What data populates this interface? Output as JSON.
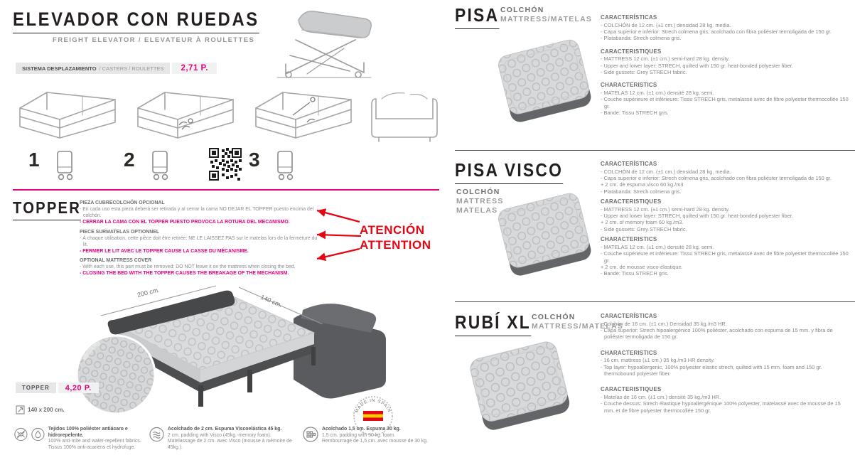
{
  "accent": {
    "pink": "#e6007e",
    "red": "#e30613"
  },
  "left": {
    "title": "ELEVADOR CON RUEDAS",
    "subtitle": "FREIGHT ELEVATOR / ELEVATEUR À ROULETTES",
    "system_bar": {
      "label_es": "SISTEMA DESPLAZAMIENTO",
      "label_intl": "/ CASTERS / ROULETTES",
      "price": "2,71 P."
    },
    "step_numbers": [
      "1",
      "2",
      "3"
    ],
    "topper": {
      "title": "TOPPER",
      "blocks": [
        {
          "heading": "PIEZA CUBRECOLCHÓN OPCIONAL",
          "body": "- En cada uso esta pieza deberá ser retirada y al cerrar la cama NO DEJAR EL TOPPER puesto encima del colchón.",
          "warning": "- CERRAR LA CAMA CON EL TOPPER PUESTO PROVOCA LA ROTURA DEL MECANISMO."
        },
        {
          "heading": "PIECE SURMATELAS OPTIONNEL",
          "body": "- À chaque utilisation, cette pièce doit être retirée: NE LE LAISSEZ PAS sur le matelas lors de la fermeture du lit.",
          "warning": "- FERMER LE LIT AVEC LE TOPPER CAUSE LA CASSE DU MÉCANISME."
        },
        {
          "heading": "OPTIONAL MATTRESS COVER",
          "body": "- With each use, this part must be removed: DO NOT leave it on the mattress when closing the bed.",
          "warning": "- CLOSING THE BED WITH THE TOPPER CAUSES THE BREAKAGE OF THE MECHANISM."
        }
      ],
      "attention_lines": [
        "ATENCIÓN",
        "ATTENTION"
      ],
      "price_label": "TOPPER",
      "price": "4,20 P.",
      "size": "140 x 200 cm.",
      "dim_length": "200 cm.",
      "dim_width": "140 cm.",
      "stamp_text": "MADE IN SPAIN"
    },
    "footer": [
      {
        "lines": [
          "Tejidos 100% poliéster antiácaro e hidrorepelente.",
          "100% anti-mite and water-repellent fabrics.",
          "Tissus 100% anti-acariens et hydrofuge."
        ]
      },
      {
        "lines": [
          "Acolchado de 2 cm. Espuma Viscoelástica 45 kg.",
          "2 cm. padding with Visco (45kg.-memory foam).",
          "Matelassage de 2 cm. avec Visco (mousse à mémoire de 45kg.)."
        ]
      },
      {
        "lines": [
          "Acolchado 1,5 cm. Espuma 30 kg.",
          "1,5 cm. padding with 30 kg. foam.",
          "Rembourrage de 1,5 cm. avec mousse de 30 kg."
        ]
      }
    ]
  },
  "sections": [
    {
      "title": "PISA",
      "subtitle_lines": [
        "COLCHÓN",
        "MATTRESS/MATELAS"
      ],
      "blocks": [
        {
          "heading": "CARACTERÍSTICAS",
          "lines": [
            "- COLCHÓN de 12 cm. (±1 cm.) densidad 28 kg. media.",
            "- Capa superior e inferior: Strech colmena gris, acolchado con fibra poliéster termoligada de 150 gr.",
            "- Platabanda: Strech colmena gris."
          ]
        },
        {
          "heading": "CARACTERISTIQUES",
          "lines": [
            "- MATTRESS 12 cm. (±1 cm.) semi-hard 28 kg. density.",
            "- Upper and lower layer: STRECH, quilted with 150 gr. heat-bonded polyester fiber.",
            "- Side gussets: Grey STRECH fabric."
          ]
        },
        {
          "heading": "CHARACTERISTICS",
          "lines": [
            "- MATELAS 12 cm. (±1 cm.) densité 28 kg. semi.",
            "- Couche supérieure et inférieure: Tissu STRECH gris, metalassé avec de fibre polyester thermocollée 150 gr.",
            "- Bande: Tissu STRECH gris."
          ]
        }
      ]
    },
    {
      "title": "PISA VISCO",
      "subtitle_lines": [
        "COLCHÓN",
        "MATTRESS",
        "MATELAS"
      ],
      "blocks": [
        {
          "heading": "CARACTERÍSTICAS",
          "lines": [
            "- COLCHÓN de 12 cm. (±1 cm.) densidad 28 kg. media.",
            "- Capa superior e inferior: Strech colmena gris, acolchado con fibra poliéster termoligada de 150 gr.",
            "+ 2 cm. de espuma visco 60 kg./m3",
            "- Platabanda: Strech colmena gris."
          ]
        },
        {
          "heading": "CARACTERISTIQUES",
          "lines": [
            "- MATTRESS 12 cm. (±1 cm.) semi-hard 28 kg. density.",
            "- Upper and lower layer: STRECH, quilted with 150 gr. heat-bonded polyester fiber.",
            "+ 2 cm. of memory foam 60 kg./m3.",
            "- Side gussets: Grey STRECH fabric."
          ]
        },
        {
          "heading": "CHARACTERISTICS",
          "lines": [
            "- MATELAS 12 cm. (±1 cm.) densité 28 kg. semi.",
            "- Couche supérieure et inférieure: Tissu STRECH gris, metalassé avec de fibre polyester thermocollée 150 gr.",
            "+ 2 cm. de mousse visco-élastique.",
            "- Bande: Tissu STRECH gris."
          ]
        }
      ]
    },
    {
      "title": "RUBÍ XL",
      "subtitle_lines": [
        "COLCHÓN",
        "MATTRESS/MATELAS"
      ],
      "blocks": [
        {
          "heading": "CARACTERÍSTICAS",
          "lines": [
            "- Colchón de 16 cm. (±1 cm.) Densidad 35 kg./m3 HR.",
            "- Capa superior: Strech hipoalergénico 100% poliéster, acolchado con espuma de 15 mm. y fibra de poliéster termoligada de 150 gr."
          ]
        },
        {
          "heading": "CHARACTERISTICS",
          "lines": [
            "- 16 cm. mattress (±1 cm.) 35 kg./m3 HR density.",
            "- Top layer: hypoallergenic, 100% polyester elastic strech, quilted with 15 mm. foam and 150 gr. thermobound polyester fiber."
          ]
        },
        {
          "heading": "CARACTERISTIQUES",
          "lines": [
            "- Matelas de 16 cm. (±1 cm.) densité 35 kg./m3 HR.",
            "- Couche dessus: Strech élastique hypoallergénique 100% polyester, matelassé avec de mousse de 15 mm. et de fibre polyester thermocollée 150 gr."
          ]
        }
      ]
    }
  ]
}
